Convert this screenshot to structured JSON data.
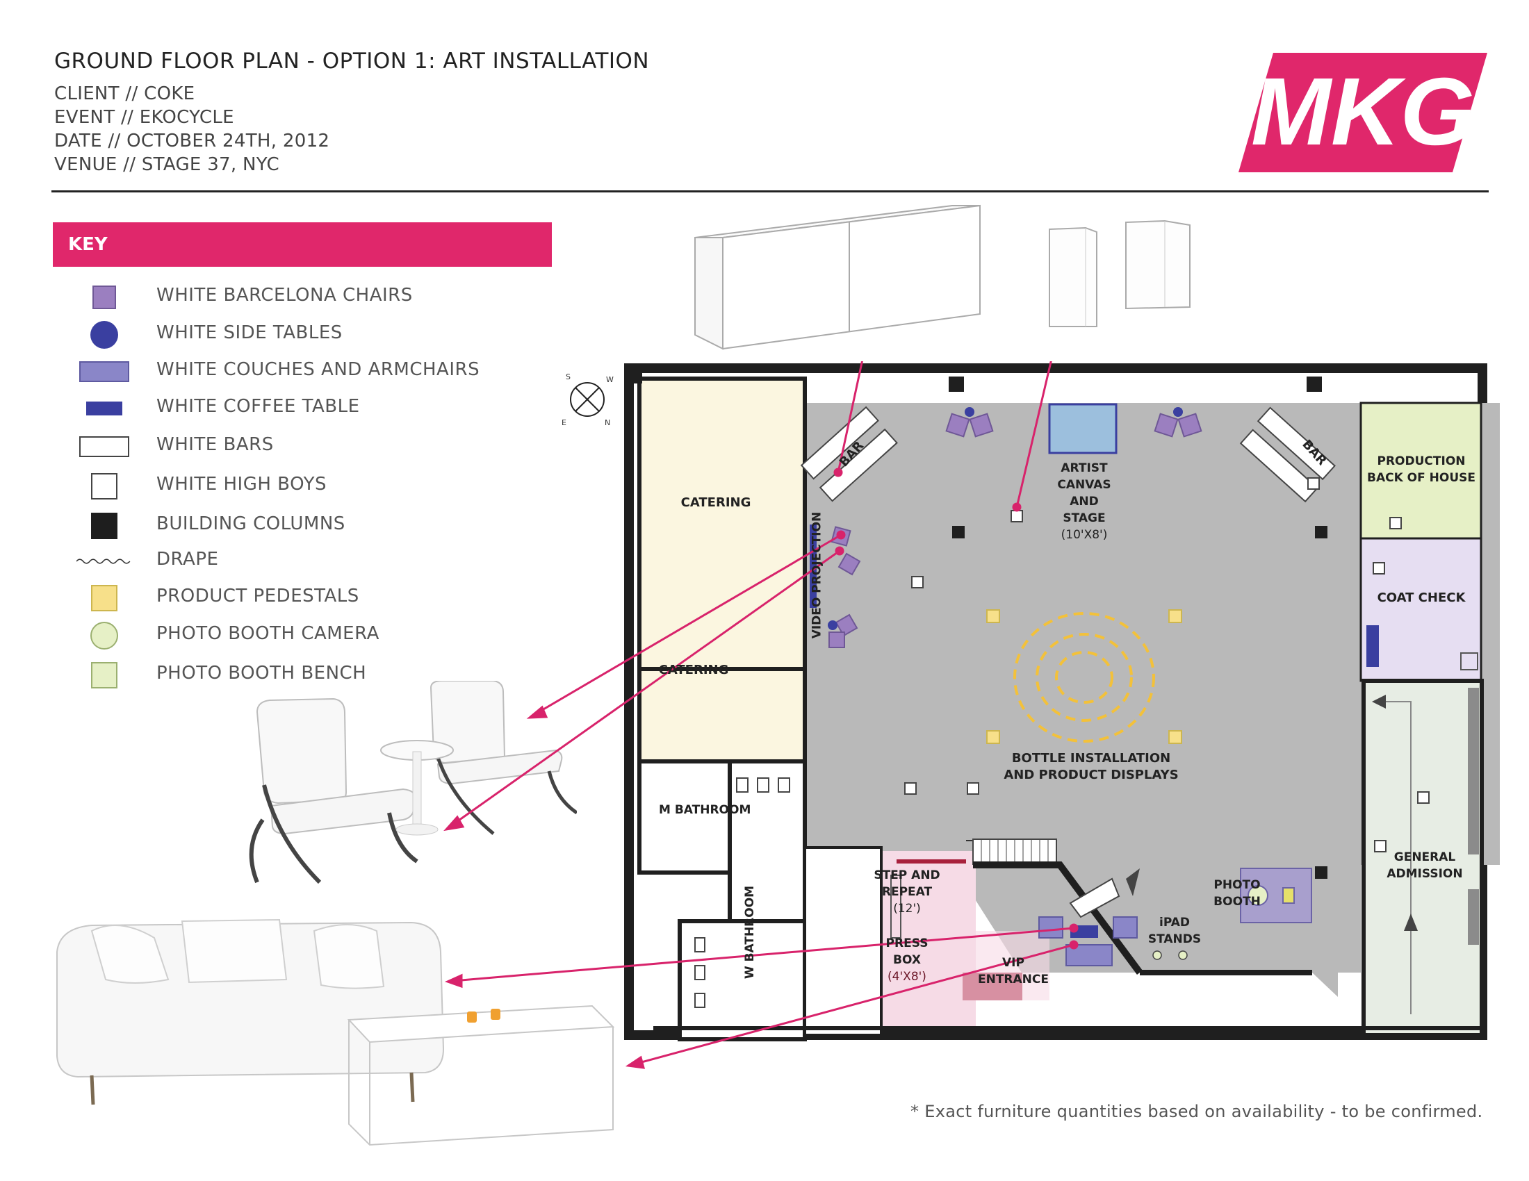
{
  "header": {
    "title": "GROUND FLOOR PLAN - OPTION 1: ART INSTALLATION",
    "client": "CLIENT // COKE",
    "event": "EVENT // EKOCYCLE",
    "date": "DATE // OCTOBER 24TH, 2012",
    "venue": "VENUE // STAGE 37, NYC",
    "logo_text": "MKG"
  },
  "colors": {
    "brand": "#e0276b",
    "floor": "#b9b9b9",
    "chair": "#9b7fc0",
    "side_table": "#3a3fa0",
    "couch": "#8a86c8",
    "coffee_table": "#3a3fa0",
    "pedestal": "#f7e08a",
    "catering": "#fbf6e0",
    "production": "#e6f0c6",
    "coat_check": "#e6def2",
    "step_repeat": "#f6dbe6",
    "press_box": "#a8213c",
    "artist_canvas": "#9cbfdd",
    "general_admission": "#e7ede4",
    "bottle_rings": "#f3c13a"
  },
  "key": {
    "title": "KEY",
    "items": [
      {
        "label": "WHITE BARCELONA CHAIRS",
        "icon": "barcelona-chair-icon"
      },
      {
        "label": "WHITE SIDE TABLES",
        "icon": "side-table-icon"
      },
      {
        "label": "WHITE COUCHES AND ARMCHAIRS",
        "icon": "couch-icon"
      },
      {
        "label": "WHITE COFFEE TABLE",
        "icon": "coffee-table-icon"
      },
      {
        "label": "WHITE BARS",
        "icon": "bar-icon"
      },
      {
        "label": "WHITE HIGH BOYS",
        "icon": "high-boy-icon"
      },
      {
        "label": "BUILDING COLUMNS",
        "icon": "column-icon"
      },
      {
        "label": "DRAPE",
        "icon": "drape-icon"
      },
      {
        "label": "PRODUCT PEDESTALS",
        "icon": "pedestal-icon"
      },
      {
        "label": "PHOTO BOOTH CAMERA",
        "icon": "camera-icon"
      },
      {
        "label": "PHOTO BOOTH BENCH",
        "icon": "bench-icon"
      }
    ]
  },
  "compass": {
    "n": "N",
    "e": "E",
    "s": "S",
    "w": "W"
  },
  "rooms": {
    "catering_upper": "CATERING",
    "catering_lower": "CATERING",
    "bar_left": "BAR",
    "bar_right": "BAR",
    "artist_canvas": [
      "ARTIST",
      "CANVAS",
      "AND",
      "STAGE",
      "(10'X8')"
    ],
    "video_projection": "VIDEO PROJECTION",
    "production": [
      "PRODUCTION",
      "BACK OF HOUSE"
    ],
    "coat_check": "COAT CHECK",
    "bottle_installation": [
      "BOTTLE INSTALLATION",
      "AND PRODUCT DISPLAYS"
    ],
    "m_bathroom": "M BATHROOM",
    "w_bathroom": "W BATHROOM",
    "step_repeat": [
      "STEP AND",
      "REPEAT",
      "(12')"
    ],
    "press_box": [
      "PRESS",
      "BOX",
      "(4'X8')"
    ],
    "vip_entrance": [
      "VIP",
      "ENTRANCE"
    ],
    "ipad_stands": [
      "iPAD",
      "STANDS"
    ],
    "photo_booth": [
      "PHOTO",
      "BOOTH"
    ],
    "general_admission": [
      "GENERAL",
      "ADMISSION"
    ]
  },
  "footnote": "* Exact furniture quantities based on availability - to be confirmed."
}
